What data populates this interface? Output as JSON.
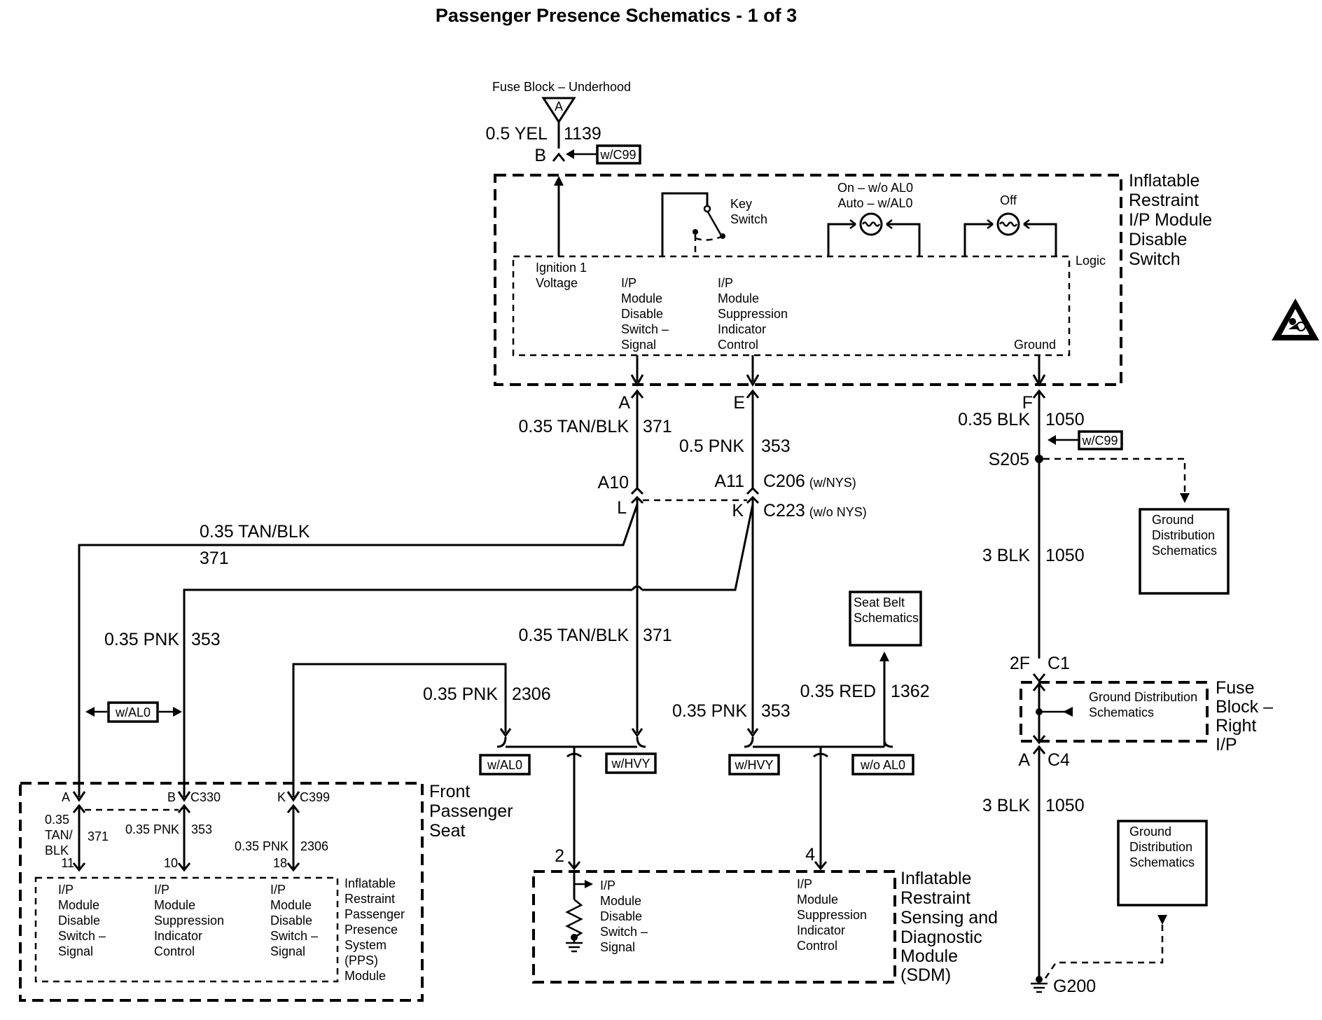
{
  "title": "Passenger Presence Schematics - 1 of 3",
  "fuse_block": {
    "label": "Fuse Block – Underhood",
    "terminal_top": "A",
    "terminal_bottom": "B",
    "wire_color": "0.5 YEL",
    "wire_circuit": "1139",
    "option_tag": "w/C99"
  },
  "disable_switch": {
    "name": [
      "Inflatable",
      "Restraint",
      "I/P Module",
      "Disable",
      "Switch"
    ],
    "key_switch": [
      "Key",
      "Switch"
    ],
    "on_label": [
      "On – w/o AL0",
      "Auto – w/AL0"
    ],
    "off_label": "Off",
    "logic_label": "Logic",
    "ignition_label": [
      "Ignition 1",
      "Voltage"
    ],
    "signal_label": [
      "I/P",
      "Module",
      "Disable",
      "Switch –",
      "Signal"
    ],
    "indicator_label": [
      "I/P",
      "Module",
      "Suppression",
      "Indicator",
      "Control"
    ],
    "ground_label": "Ground"
  },
  "connectors": {
    "a_term": "A",
    "e_term": "E",
    "f_term": "F",
    "a10": "A10",
    "a11": "A11",
    "c206": "C206",
    "c206_note": "(w/NYS)",
    "l_term": "L",
    "k_term": "K",
    "c223": "C223",
    "c223_note": "(w/o NYS)",
    "two_f": "2F",
    "c1": "C1",
    "a_c4": "A",
    "c4": "C4"
  },
  "wires": {
    "tanblk_top": {
      "color": "0.35 TAN/BLK",
      "circuit": "371"
    },
    "pnk_top": {
      "color": "0.5 PNK",
      "circuit": "353"
    },
    "blk_top": {
      "color": "0.35 BLK",
      "circuit": "1050"
    },
    "tanblk_left": {
      "color": "0.35 TAN/BLK",
      "circuit": "371"
    },
    "pnk_left": {
      "color": "0.35 PNK",
      "circuit": "353"
    },
    "tanblk_mid": {
      "color": "0.35 TAN/BLK",
      "circuit": "371"
    },
    "pnk_2306": {
      "color": "0.35 PNK",
      "circuit": "2306"
    },
    "pnk_mid": {
      "color": "0.35 PNK",
      "circuit": "353"
    },
    "red": {
      "color": "0.35 RED",
      "circuit": "1362"
    },
    "blk_3_a": {
      "color": "3 BLK",
      "circuit": "1050"
    },
    "blk_3_b": {
      "color": "3 BLK",
      "circuit": "1050"
    }
  },
  "splice": {
    "label": "S205",
    "option_tag": "w/C99"
  },
  "ground_dist_1": [
    "Ground",
    "Distribution",
    "Schematics"
  ],
  "ground_dist_2": [
    "Ground",
    "Distribution",
    "Schematics"
  ],
  "ground_dist_inner": [
    "Ground Distribution",
    "Schematics"
  ],
  "seat_belt": [
    "Seat Belt",
    "Schematics"
  ],
  "fuse_block_right": [
    "Fuse",
    "Block –",
    "Right",
    "I/P"
  ],
  "option_tags": {
    "wal0_left": "w/AL0",
    "wal0_mid": "w/AL0",
    "whvy_1": "w/HVY",
    "whvy_2": "w/HVY",
    "woal0": "w/o AL0"
  },
  "front_seat": {
    "name": [
      "Front",
      "Passenger",
      "Seat"
    ],
    "term_a": "A",
    "term_b": "B",
    "term_k": "K",
    "c330": "C330",
    "c399": "C399",
    "w371_color": [
      "0.35",
      "TAN/",
      "BLK"
    ],
    "w371_circuit": "371",
    "w353_color": "0.35 PNK",
    "w353_circuit": "353",
    "w2306_color": "0.35 PNK",
    "w2306_circuit": "2306",
    "pin_11": "11",
    "pin_10": "10",
    "pin_18": "18"
  },
  "pps_module": {
    "name": [
      "Inflatable",
      "Restraint",
      "Passenger",
      "Presence",
      "System",
      "(PPS)",
      "Module"
    ],
    "col1": [
      "I/P",
      "Module",
      "Disable",
      "Switch –",
      "Signal"
    ],
    "col2": [
      "I/P",
      "Module",
      "Suppression",
      "Indicator",
      "Control"
    ],
    "col3": [
      "I/P",
      "Module",
      "Disable",
      "Switch –",
      "Signal"
    ]
  },
  "sdm": {
    "name": [
      "Inflatable",
      "Restraint",
      "Sensing and",
      "Diagnostic",
      "Module",
      "(SDM)"
    ],
    "pin_2": "2",
    "pin_4": "4",
    "col1": [
      "I/P",
      "Module",
      "Disable",
      "Switch –",
      "Signal"
    ],
    "col2": [
      "I/P",
      "Module",
      "Suppression",
      "Indicator",
      "Control"
    ]
  },
  "g200": "G200",
  "airbag_symbol": "airbag-warning-icon"
}
